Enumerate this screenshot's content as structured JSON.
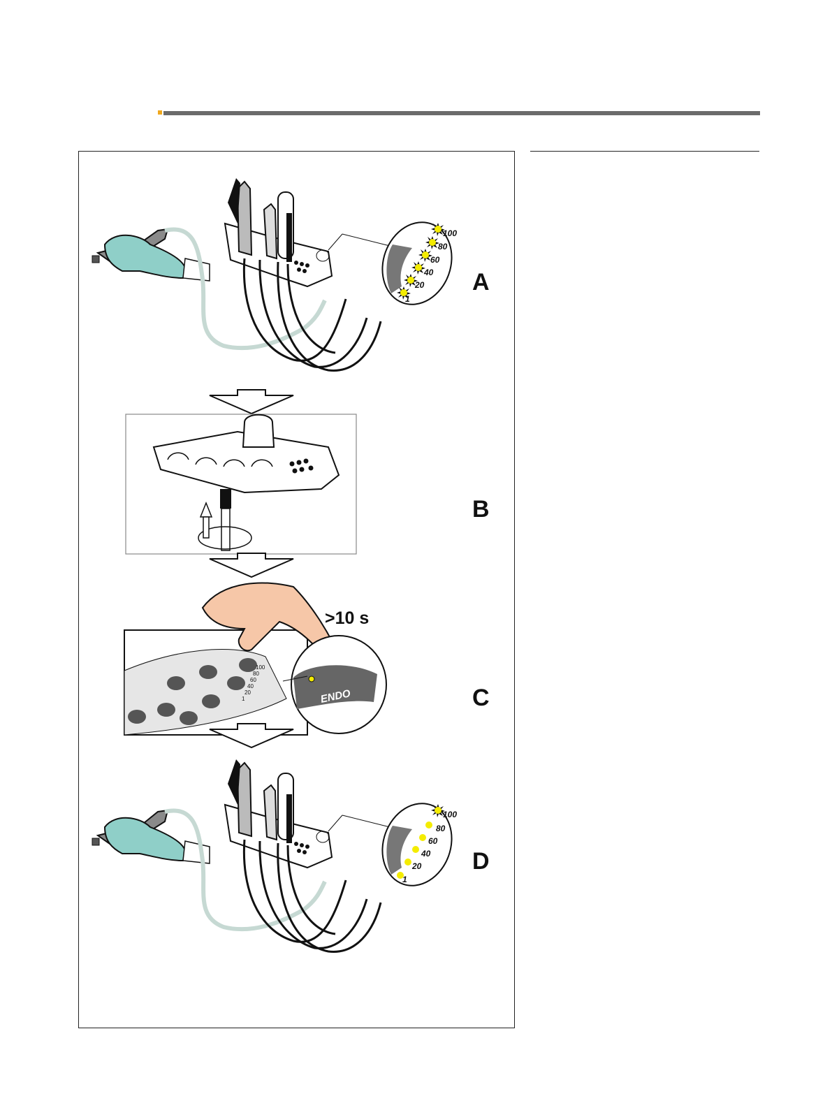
{
  "header": {
    "accent_color": "#f0a81e",
    "rule_color": "#6b6b6b"
  },
  "figure": {
    "steps": [
      {
        "letter": "A",
        "scale_labels": [
          "100",
          "80",
          "60",
          "40",
          "20",
          "1"
        ],
        "lit": "all"
      },
      {
        "letter": "B"
      },
      {
        "letter": "C",
        "timer_label": ">10 s",
        "button_label": "ENDO",
        "panel_scale": [
          "100",
          "80",
          "60",
          "40",
          "20",
          "1"
        ]
      },
      {
        "letter": "D",
        "scale_labels": [
          "100",
          "80",
          "60",
          "40",
          "20",
          "1"
        ],
        "lit": "all"
      }
    ],
    "colors": {
      "led": "#f4ec00",
      "glove": "#8fcfc8",
      "tube": "#c6d9d3",
      "skin": "#f6c7a8",
      "panel_gray": "#8a8a8a"
    }
  }
}
